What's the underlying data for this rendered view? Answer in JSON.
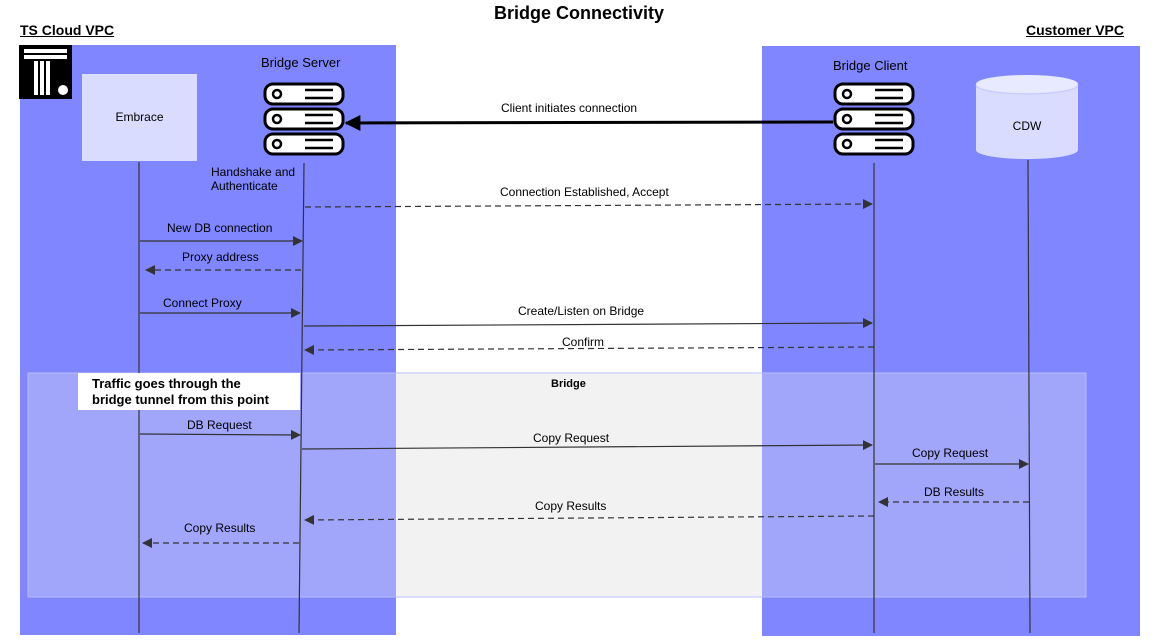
{
  "title": "Bridge Connectivity",
  "regions": {
    "ts_cloud_vpc": "TS Cloud VPC",
    "customer_vpc": "Customer VPC"
  },
  "colors": {
    "vpc_fill": "#7f86ff",
    "embrace_fill": "#d9dcff",
    "bridge_band": "#f2f2f2",
    "lifeline": "#333333"
  },
  "participants": {
    "embrace": "Embrace",
    "bridge_server": "Bridge Server",
    "bridge_client": "Bridge Client",
    "cdw": "CDW"
  },
  "server_note": "Handshake and\nAuthenticate",
  "bridge_box": {
    "label": "Bridge",
    "note": "Traffic goes through the\nbridge tunnel from this point"
  },
  "messages": [
    {
      "label": "Client initiates connection",
      "from": "bridge_client",
      "to": "bridge_server",
      "style": "bold"
    },
    {
      "label": "Connection Established, Accept",
      "from": "bridge_server",
      "to": "bridge_client",
      "style": "dashed"
    },
    {
      "label": "New DB connection",
      "from": "embrace",
      "to": "bridge_server",
      "style": "solid"
    },
    {
      "label": "Proxy address",
      "from": "bridge_server",
      "to": "embrace",
      "style": "dashed"
    },
    {
      "label": "Connect Proxy",
      "from": "embrace",
      "to": "bridge_server",
      "style": "solid"
    },
    {
      "label": "Create/Listen on Bridge",
      "from": "bridge_server",
      "to": "bridge_client",
      "style": "solid"
    },
    {
      "label": "Confirm",
      "from": "bridge_client",
      "to": "bridge_server",
      "style": "dashed"
    },
    {
      "label": "DB Request",
      "from": "embrace",
      "to": "bridge_server",
      "style": "solid"
    },
    {
      "label": "Copy Request",
      "from": "bridge_server",
      "to": "bridge_client",
      "style": "solid"
    },
    {
      "label": "Copy Request",
      "from": "bridge_client",
      "to": "cdw",
      "style": "solid"
    },
    {
      "label": "DB Results",
      "from": "cdw",
      "to": "bridge_client",
      "style": "dashed"
    },
    {
      "label": "Copy Results",
      "from": "bridge_client",
      "to": "bridge_server",
      "style": "dashed"
    },
    {
      "label": "Copy Results",
      "from": "bridge_server",
      "to": "embrace",
      "style": "dashed"
    }
  ]
}
